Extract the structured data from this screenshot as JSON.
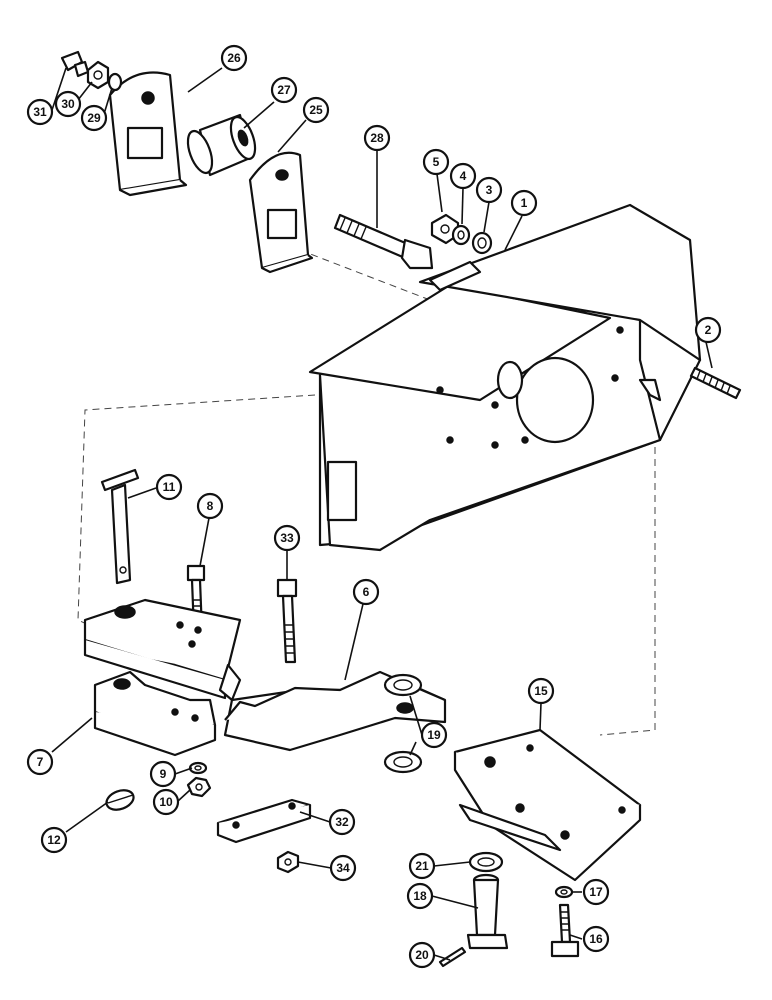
{
  "callouts": [
    {
      "id": "1",
      "label": "1"
    },
    {
      "id": "2",
      "label": "2"
    },
    {
      "id": "3",
      "label": "3"
    },
    {
      "id": "4",
      "label": "4"
    },
    {
      "id": "5",
      "label": "5"
    },
    {
      "id": "6",
      "label": "6"
    },
    {
      "id": "7",
      "label": "7"
    },
    {
      "id": "8",
      "label": "8"
    },
    {
      "id": "9",
      "label": "9"
    },
    {
      "id": "10",
      "label": "10"
    },
    {
      "id": "11",
      "label": "11"
    },
    {
      "id": "12",
      "label": "12"
    },
    {
      "id": "15",
      "label": "15"
    },
    {
      "id": "16",
      "label": "16"
    },
    {
      "id": "17",
      "label": "17"
    },
    {
      "id": "18",
      "label": "18"
    },
    {
      "id": "19",
      "label": "19"
    },
    {
      "id": "20",
      "label": "20"
    },
    {
      "id": "21",
      "label": "21"
    },
    {
      "id": "25",
      "label": "25"
    },
    {
      "id": "26",
      "label": "26"
    },
    {
      "id": "27",
      "label": "27"
    },
    {
      "id": "28",
      "label": "28"
    },
    {
      "id": "29",
      "label": "29"
    },
    {
      "id": "30",
      "label": "30"
    },
    {
      "id": "31",
      "label": "31"
    },
    {
      "id": "32",
      "label": "32"
    },
    {
      "id": "33",
      "label": "33"
    },
    {
      "id": "34",
      "label": "34"
    }
  ]
}
